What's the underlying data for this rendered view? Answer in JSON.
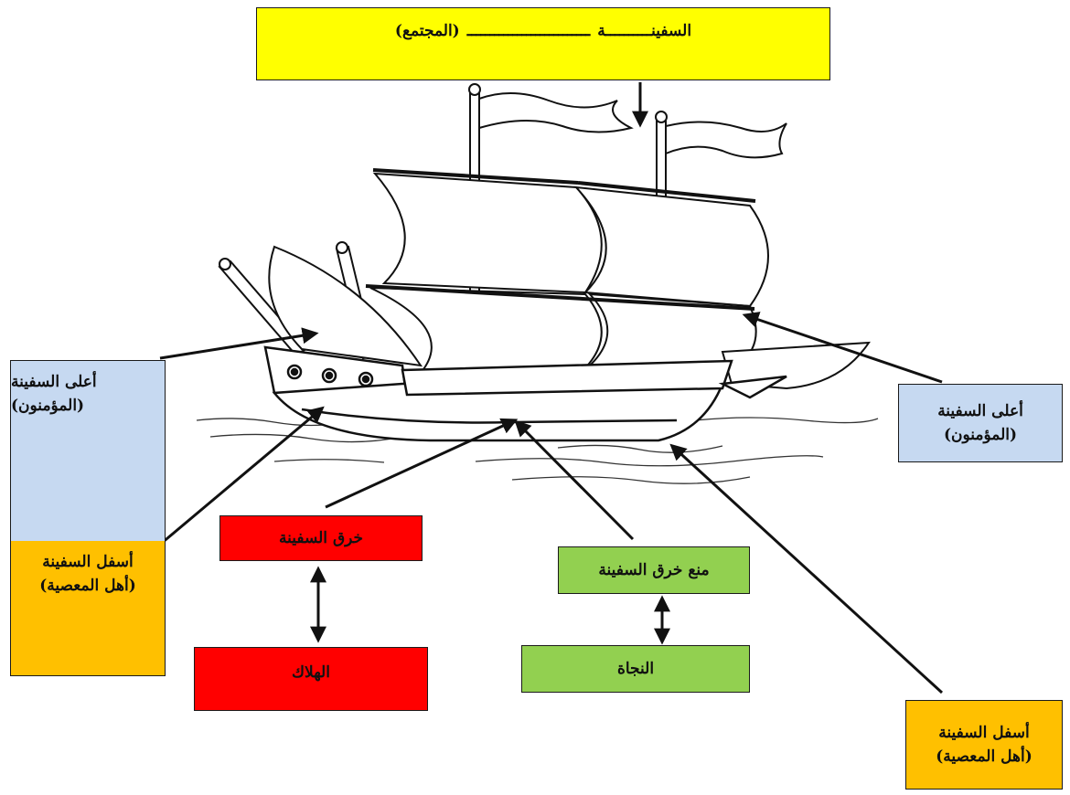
{
  "colors": {
    "title_bg": "#ffff00",
    "believers_bg": "#c6d9f1",
    "sinners_bg": "#ffc000",
    "ruin_bg": "#ff0000",
    "salvation_bg": "#92d050",
    "line": "#111111"
  },
  "title": {
    "left_text": "السفينــــــــــة",
    "line": "ـــــــــــــــــــــــــــ",
    "right_text": "(المجتمع)"
  },
  "left_panel": {
    "upper_line1": "أعلى السفينة",
    "upper_line2": "(المؤمنون)",
    "lower_line1": "أسفل السفينة",
    "lower_line2": "(أهل المعصية)"
  },
  "right_upper": {
    "line1": "أعلى السفينة",
    "line2": "(المؤمنون)"
  },
  "right_lower": {
    "line1": "أسفل السفينة",
    "line2": "(أهل المعصية)"
  },
  "ruin_path": {
    "cause": "خرق السفينة",
    "result": "الهلاك"
  },
  "salvation_path": {
    "cause": "منع خرق السفينة",
    "result": "النجاة"
  },
  "icons": [
    "ship-illustration",
    "arrow-icon",
    "double-arrow-icon"
  ]
}
